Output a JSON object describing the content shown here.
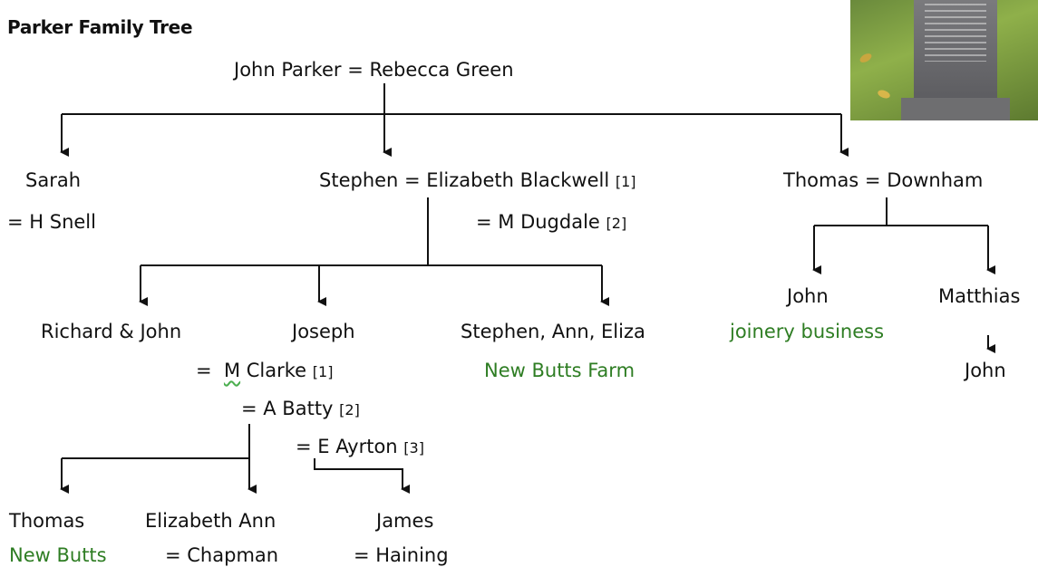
{
  "title": "Parker Family Tree",
  "root": "John Parker = Rebecca Green",
  "gen1": {
    "sarah": "Sarah",
    "sarah_spouse": "= H Snell",
    "stephen": "Stephen = Elizabeth Blackwell",
    "stephen_marriage_1": "[1]",
    "stephen_spouse2": "= M Dugdale",
    "stephen_marriage_2": "[2]",
    "thomas": "Thomas = Downham"
  },
  "gen2": {
    "richard_john": "Richard & John",
    "joseph": "Joseph",
    "joseph_spouse1_prefix": "=",
    "joseph_spouse1_initial": "M",
    "joseph_spouse1_name": " Clarke",
    "joseph_marriage_1": "[1]",
    "joseph_spouse2": "= A Batty",
    "joseph_marriage_2": "[2]",
    "joseph_spouse3": "= E Ayrton",
    "joseph_marriage_3": "[3]",
    "stephen_ann_eliza": "Stephen, Ann, Eliza",
    "new_butts_farm": "New Butts Farm",
    "john": "John",
    "joinery": "joinery business",
    "matthias": "Matthias",
    "matthias_son": "John"
  },
  "gen3": {
    "thomas": "Thomas",
    "thomas_note": "New Butts",
    "elizabeth_ann": "Elizabeth Ann",
    "elizabeth_spouse": "= Chapman",
    "james": "James",
    "james_spouse": "= Haining"
  },
  "colors": {
    "note_green": "#2e7d23",
    "lines": "#111111"
  },
  "photo": {
    "subject": "gravestone-photo"
  }
}
